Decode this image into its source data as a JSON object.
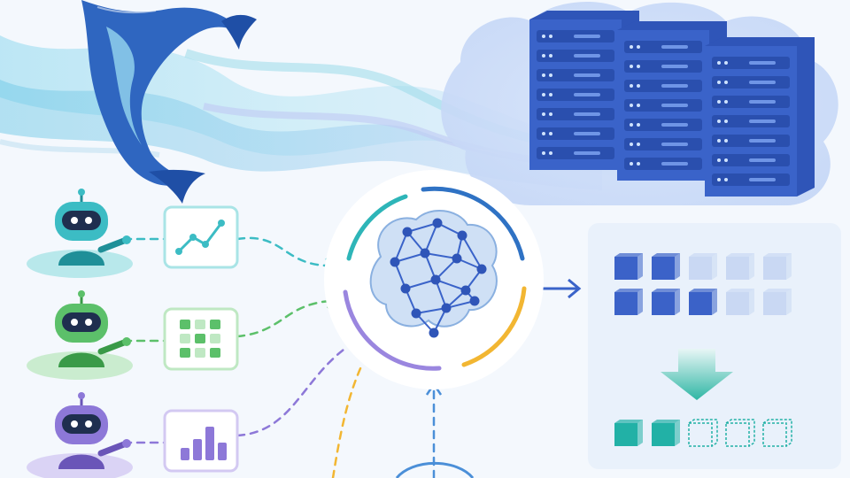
{
  "colors": {
    "background": "#f4f8fd",
    "teal_agent": "#3cbcc4",
    "green_agent": "#5cc06a",
    "purple_agent": "#8d78d8",
    "server_blue": "#3a63c9",
    "wave_cyan": "#7fd3e8",
    "brain_ring_teal": "#2eb5b8",
    "brain_ring_purple": "#9a86df",
    "brain_ring_yellow": "#f2b632",
    "cube_dark": "#3b62c8",
    "cube_light": "#c9d8f3",
    "output_teal": "#22b1a6"
  },
  "agents": [
    {
      "icon": "robot-icon",
      "color": "teal",
      "card_icon": "line-chart-icon"
    },
    {
      "icon": "robot-icon",
      "color": "green",
      "card_icon": "grid-table-icon"
    },
    {
      "icon": "robot-icon",
      "color": "purple",
      "card_icon": "bar-chart-icon"
    }
  ],
  "illustration": {
    "top_left": "whale-icon",
    "top_right": "server-rack-icon",
    "center": "neural-brain-icon",
    "right_panel": "cube-grid-icon",
    "arrow_down": "down-arrow-icon"
  },
  "cube_grid": {
    "top_rows": [
      [
        "dark",
        "dark",
        "light",
        "light",
        "light"
      ],
      [
        "dark",
        "dark",
        "dark",
        "light",
        "light"
      ]
    ],
    "bottom_row": [
      "solid",
      "solid",
      "outline",
      "outline",
      "outline"
    ]
  }
}
